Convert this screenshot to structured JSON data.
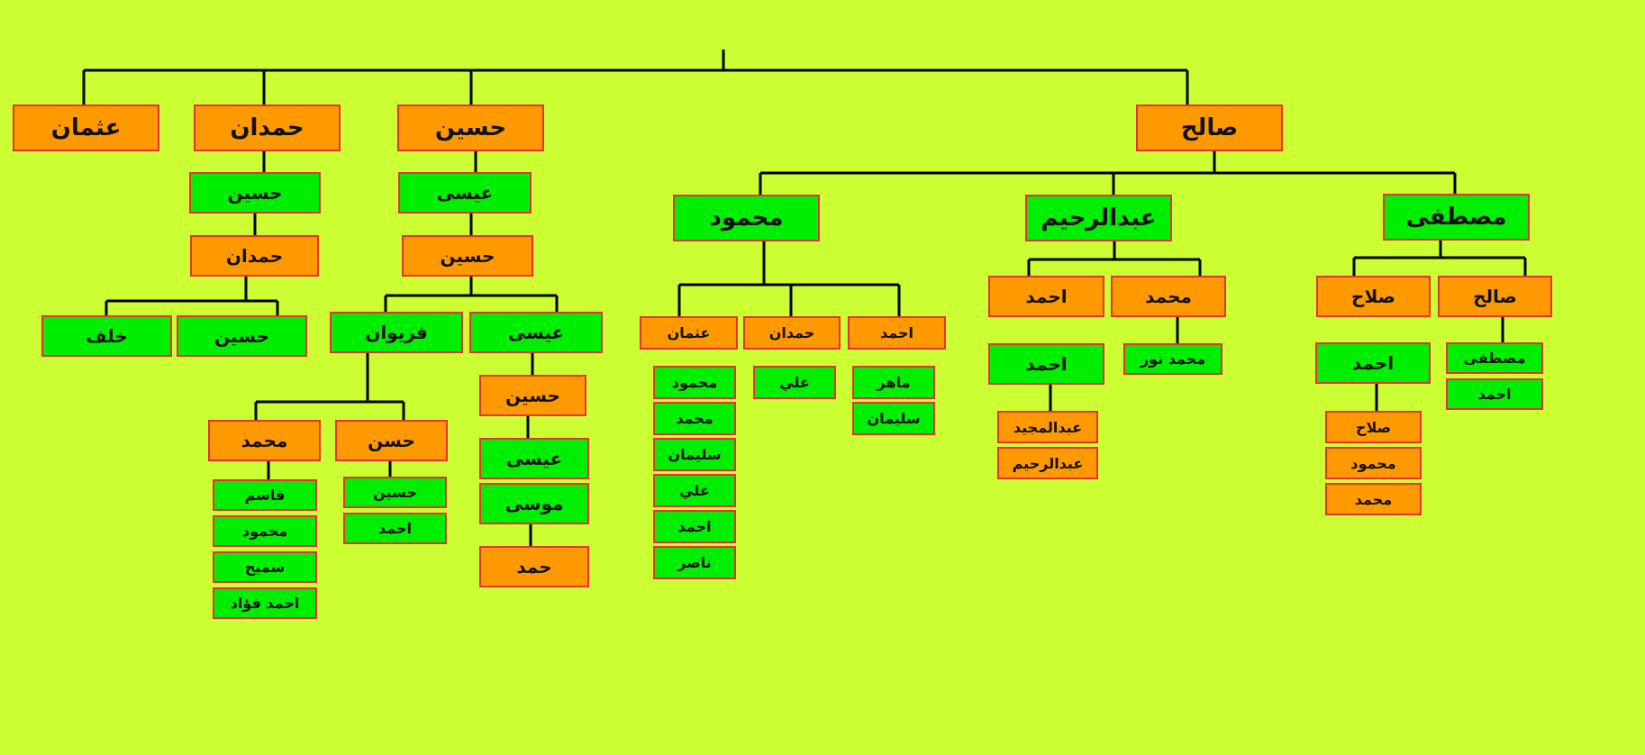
{
  "colors": {
    "background": "#ccff33",
    "orange": "#ff9900",
    "green": "#00ee00",
    "border": "#e8303a",
    "line": "#000000"
  },
  "nodes": [
    {
      "id": "n1",
      "label": "عثمان"
    },
    {
      "id": "n2",
      "label": "حمدان"
    },
    {
      "id": "n3",
      "label": "حسين"
    },
    {
      "id": "n4",
      "label": "صالح"
    },
    {
      "id": "n5",
      "label": "حسين"
    },
    {
      "id": "n6",
      "label": "حمدان"
    },
    {
      "id": "n7",
      "label": "خلف"
    },
    {
      "id": "n8",
      "label": "حسين"
    },
    {
      "id": "n9",
      "label": "عيسى"
    },
    {
      "id": "n10",
      "label": "حسين"
    },
    {
      "id": "n11",
      "label": "فريوان"
    },
    {
      "id": "n12",
      "label": "عيسى"
    },
    {
      "id": "n13",
      "label": "محمد"
    },
    {
      "id": "n14",
      "label": "حسن"
    },
    {
      "id": "n15",
      "label": "حسين"
    },
    {
      "id": "n16",
      "label": "عيسى"
    },
    {
      "id": "n17",
      "label": "موسى"
    },
    {
      "id": "n18",
      "label": "حمد"
    },
    {
      "id": "n19",
      "label": "قاسم"
    },
    {
      "id": "n20",
      "label": "محمود"
    },
    {
      "id": "n21",
      "label": "سميح"
    },
    {
      "id": "n22",
      "label": "احمد فؤاد"
    },
    {
      "id": "n23",
      "label": "حسين"
    },
    {
      "id": "n24",
      "label": "احمد"
    },
    {
      "id": "n25",
      "label": "محمود"
    },
    {
      "id": "n26",
      "label": "عبدالرحيم"
    },
    {
      "id": "n27",
      "label": "مصطفى"
    },
    {
      "id": "n28",
      "label": "عثمان"
    },
    {
      "id": "n29",
      "label": "حمدان"
    },
    {
      "id": "n30",
      "label": "احمد"
    },
    {
      "id": "n31",
      "label": "محمود"
    },
    {
      "id": "n32",
      "label": "محمد"
    },
    {
      "id": "n33",
      "label": "سليمان"
    },
    {
      "id": "n34",
      "label": "علي"
    },
    {
      "id": "n35",
      "label": "احمد"
    },
    {
      "id": "n36",
      "label": "ناصر"
    },
    {
      "id": "n37",
      "label": "علي"
    },
    {
      "id": "n38",
      "label": "ماهر"
    },
    {
      "id": "n39",
      "label": "سليمان"
    },
    {
      "id": "n40",
      "label": "احمد"
    },
    {
      "id": "n41",
      "label": "محمد"
    },
    {
      "id": "n42",
      "label": "احمد"
    },
    {
      "id": "n43",
      "label": "محمد نور"
    },
    {
      "id": "n44",
      "label": "عبدالمجيد"
    },
    {
      "id": "n45",
      "label": "عبدالرحيم"
    },
    {
      "id": "n46",
      "label": "صلاح"
    },
    {
      "id": "n47",
      "label": "صالح"
    },
    {
      "id": "n48",
      "label": "احمد"
    },
    {
      "id": "n49",
      "label": "مصطفى"
    },
    {
      "id": "n50",
      "label": "احمد"
    },
    {
      "id": "n51",
      "label": "صلاح"
    },
    {
      "id": "n52",
      "label": "محمود"
    },
    {
      "id": "n53",
      "label": "محمد"
    }
  ]
}
